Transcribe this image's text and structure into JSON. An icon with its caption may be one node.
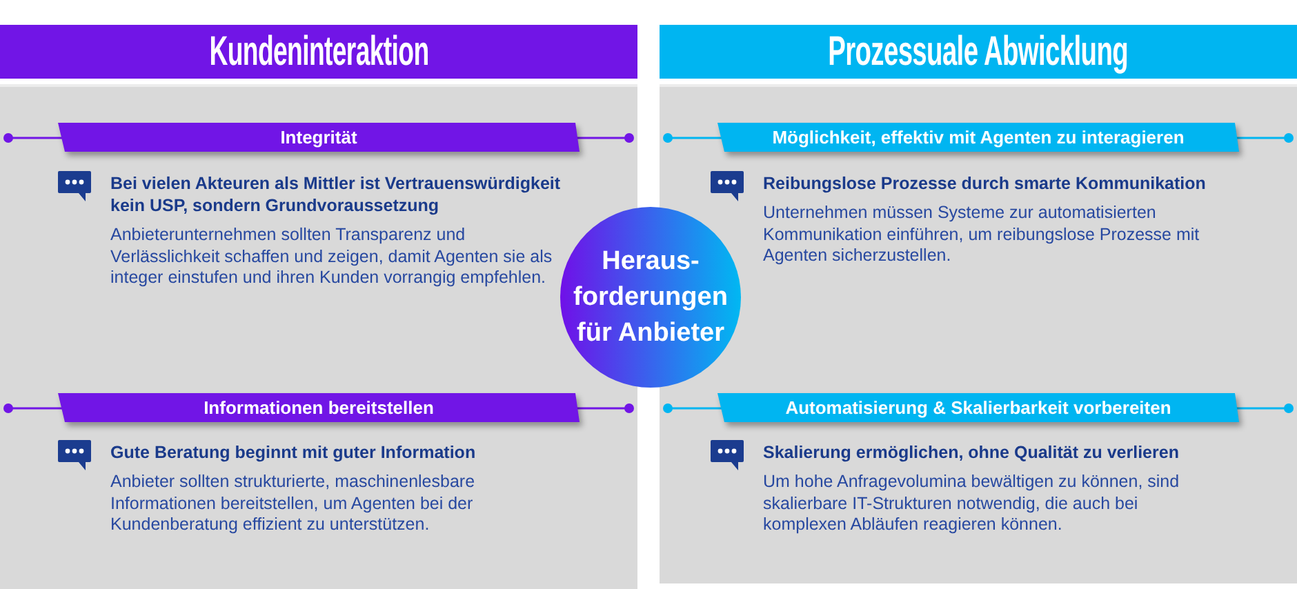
{
  "diagram": {
    "nodes": [
      {
        "text": [
          "Kundeninteraktion"
        ]
      },
      {
        "text": [
          "Integrität"
        ],
        "in": 0
      },
      {
        "text": [
          "Informationen bereitstellen"
        ],
        "in": 0
      },
      {
        "text": [
          "Prozessuale Abwicklung"
        ]
      },
      {
        "text": [
          "Möglichkeit, effektiv mit Agenten zu interagieren"
        ],
        "in": 3
      },
      {
        "text": [
          "Automatisierung & Skalierbarkeit vorbereiten"
        ],
        "in": 3
      },
      {
        "text": [
          "Heraus- forderungen für Anbieter"
        ]
      }
    ],
    "labels": [
      "Bei vielen Akteuren als Mittler ist Vertrauenswürdigkeit kein USP, sondern Grundvoraussetzung",
      "Anbieterunternehmen sollten Transparenz und Verlässlichkeit schaffen und zeigen, damit Agenten sie als integer einstufen und ihren Kunden vorrangig empfehlen.",
      "Gute Beratung beginnt mit guter Information",
      "Anbieter sollten strukturierte, maschinenlesbare Informationen bereitstellen, um Agenten bei der Kundenberatung effizient zu unterstützen.",
      "Reibungslose Prozesse durch smarte Kommunikation",
      "Unternehmen müssen Systeme zur automatisierten Kommunikation einführen, um reibungslose Prozesse mit Agenten sicherzustellen.",
      "Skalierung ermöglichen, ohne Qualität zu verlieren",
      "Um hohe Anfragevolumina bewältigen zu können, sind skalierbare IT-Strukturen notwendig, die auch bei komplexen Abläufen reagieren können."
    ]
  }
}
